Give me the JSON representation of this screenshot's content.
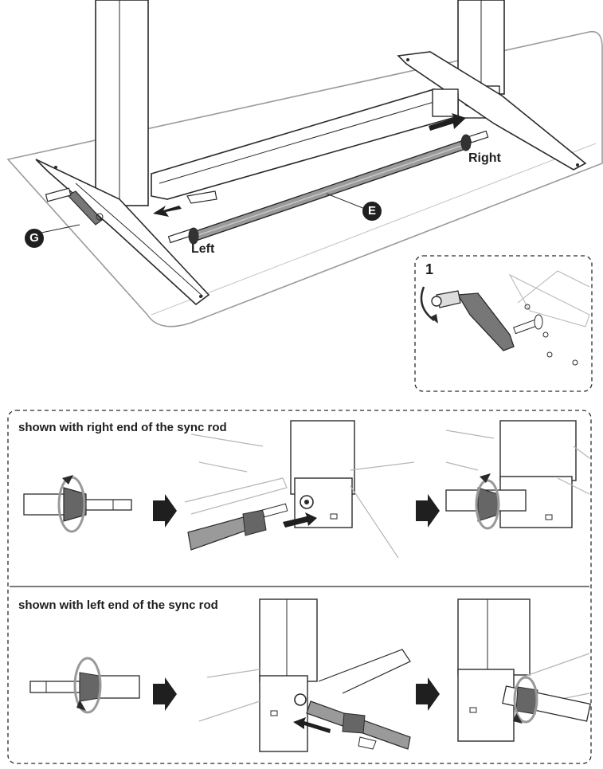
{
  "labels": {
    "part_e": "E",
    "part_g": "G",
    "right": "Right",
    "left": "Left",
    "detail_step": "1"
  },
  "captions": {
    "right_end": "shown with right end of the sync rod",
    "left_end": "shown with left end of the sync rod"
  },
  "colors": {
    "line": "#2a2a2a",
    "rod": "#8e8e8e",
    "rod_dark": "#5a5a5a",
    "light_line": "#b5b5b5",
    "badge": "#1f1f1f"
  }
}
